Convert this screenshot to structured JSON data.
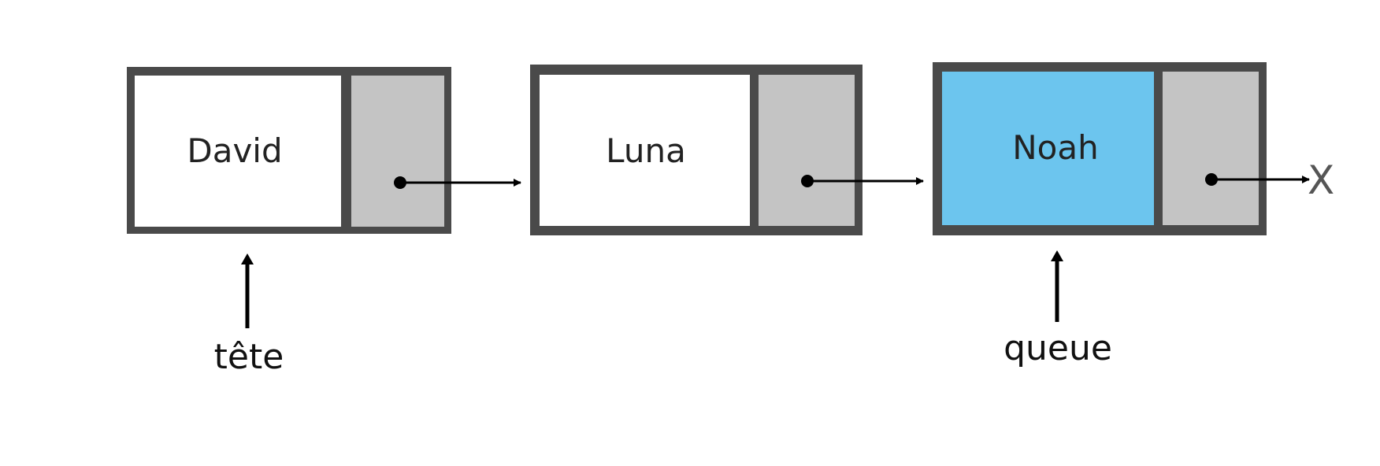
{
  "nodes": [
    {
      "value": "David",
      "highlighted": false
    },
    {
      "value": "Luna",
      "highlighted": false
    },
    {
      "value": "Noah",
      "highlighted": true
    }
  ],
  "null_marker": "X",
  "head_label": "tête",
  "tail_label": "queue",
  "colors": {
    "border": "#4a4a4a",
    "data_fill": "#ffffff",
    "highlight_fill": "#6cc5ee",
    "pointer_fill": "#c4c4c4",
    "arrow": "#000000"
  }
}
